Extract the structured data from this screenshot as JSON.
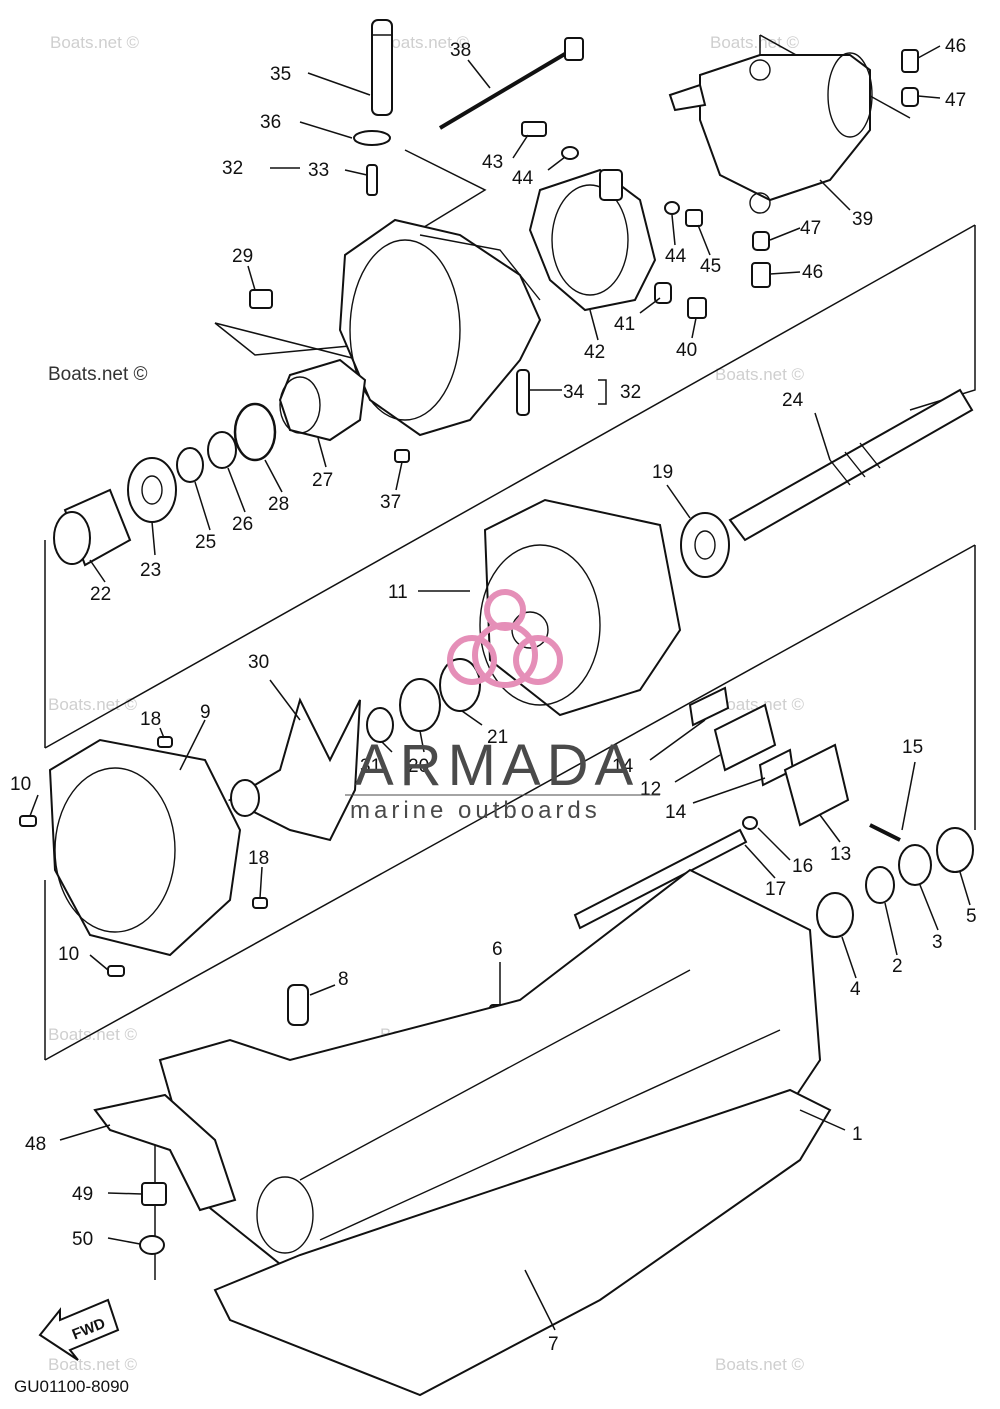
{
  "diagram_code": "GU01100-8090",
  "fwd_label": "FWD",
  "brand": {
    "name": "ARMADA",
    "tagline": "marine outboards",
    "logo_color": "#e58fb8",
    "text_color": "#4a4a4a"
  },
  "watermark": "Boats.net ©",
  "callouts": [
    "35",
    "38",
    "46",
    "36",
    "47",
    "32",
    "33",
    "43",
    "44",
    "39",
    "47",
    "46",
    "29",
    "44",
    "45",
    "41",
    "40",
    "42",
    "34",
    "32",
    "24",
    "37",
    "27",
    "28",
    "26",
    "25",
    "23",
    "22",
    "19",
    "11",
    "30",
    "21",
    "20",
    "31",
    "18",
    "9",
    "14",
    "12",
    "15",
    "14",
    "10",
    "13",
    "18",
    "16",
    "5",
    "17",
    "3",
    "2",
    "4",
    "10",
    "6",
    "8",
    "1",
    "48",
    "49",
    "50",
    "7"
  ]
}
